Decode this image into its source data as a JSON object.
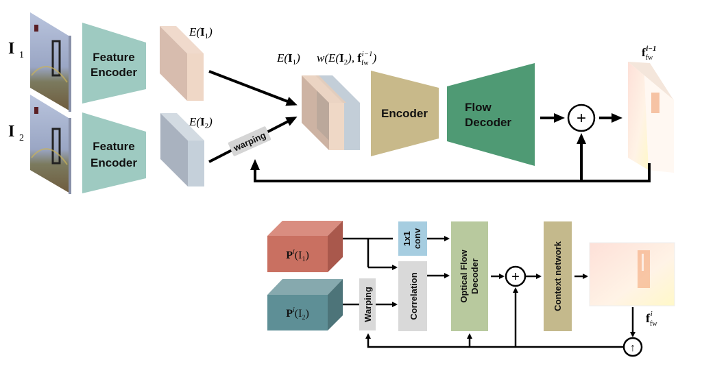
{
  "top": {
    "input1_label": "I",
    "input1_sub": "1",
    "input2_label": "I",
    "input2_sub": "2",
    "feature_encoder_1": [
      "Feature",
      "Encoder"
    ],
    "feature_encoder_2": [
      "Feature",
      "Encoder"
    ],
    "feat1_label": {
      "pre": "E(",
      "bold": "I",
      "sub": "1",
      "post": ")"
    },
    "feat2_label": {
      "pre": "E(",
      "bold": "I",
      "sub": "2",
      "post": ")"
    },
    "warping_label": "warping",
    "concat_label_a": "E(I₁)",
    "concat_label_b": "w(E(I₂), f",
    "concat_label_b_sub": "fw",
    "concat_label_b_sup": "i−1",
    "concat_label_b_end": ")",
    "encoder_label": "Encoder",
    "flow_decoder_label": [
      "Flow",
      "Decoder"
    ],
    "plus_symbol": "+",
    "output_label": "f",
    "output_sub": "fw",
    "output_sup": "i−1"
  },
  "bottom": {
    "p1_label": "P",
    "p1_sup": "i",
    "p1_arg": "(I",
    "p1_sub": "1",
    "p2_label": "P",
    "p2_sup": "i",
    "p2_arg": "(I",
    "p2_sub": "2",
    "conv_label": [
      "1x1",
      "conv"
    ],
    "correlation_label": "Correlation",
    "warping_label": "Warping",
    "optical_flow_decoder_label": [
      "Optical Flow",
      "Decoder"
    ],
    "plus_symbol": "+",
    "context_network_label": "Context network",
    "output_label": "f",
    "output_sub": "fw",
    "output_sup": "i",
    "upsample_symbol": "↑"
  },
  "colors": {
    "feature_encoder": "#9ecac1",
    "feat1": "#e9cbb9",
    "feat2": "#c2ccd6",
    "encoder": "#c8b98a",
    "flow_decoder": "#4f9a74",
    "p1": "#c97061",
    "p2": "#5e8f96",
    "conv": "#a6cde0",
    "grey_box": "#d9d9d9",
    "of_decoder": "#b8c99e",
    "context_net": "#c4b98c"
  }
}
